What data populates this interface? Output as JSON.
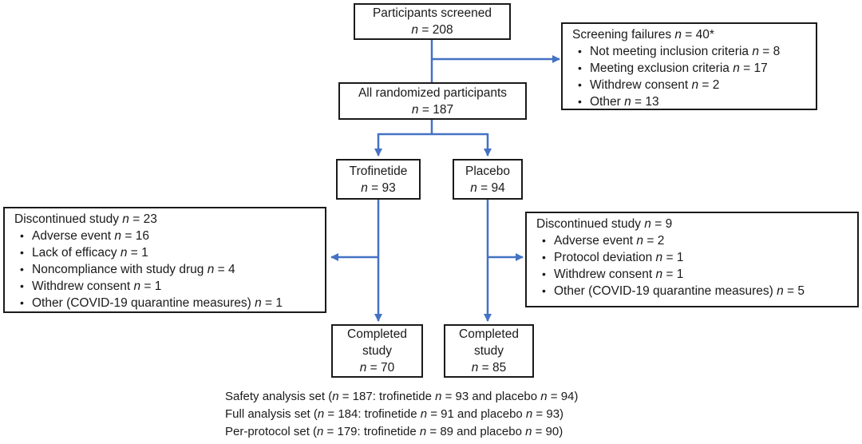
{
  "colors": {
    "arrow": "#4472c4",
    "ink": "#1a1a1a",
    "bg": "#ffffff"
  },
  "boxes": {
    "participants_screened": {
      "lines": [
        "Participants screened",
        "_n_ = 208"
      ]
    },
    "screening_failures": {
      "title": "Screening failures _n_ = 40*",
      "items": [
        "Not meeting inclusion criteria _n_ = 8",
        "Meeting exclusion criteria _n_ = 17",
        "Withdrew consent _n_ = 2",
        "Other _n_ = 13"
      ]
    },
    "all_randomized": {
      "lines": [
        "All randomized participants",
        "_n_ = 187"
      ]
    },
    "trofinetide": {
      "lines": [
        "Trofinetide",
        "_n_ = 93"
      ]
    },
    "placebo": {
      "lines": [
        "Placebo",
        "_n_ = 94"
      ]
    },
    "discontinued_trofinetide": {
      "title": "Discontinued study _n_ = 23",
      "items": [
        "Adverse event _n_ = 16",
        "Lack of efficacy _n_ = 1",
        "Noncompliance with study drug _n_ = 4",
        "Withdrew consent _n_ = 1",
        "Other (COVID-19 quarantine measures) _n_ = 1"
      ]
    },
    "discontinued_placebo": {
      "title": "Discontinued study _n_ = 9",
      "items": [
        "Adverse event _n_ = 2",
        "Protocol deviation _n_ = 1",
        "Withdrew consent _n_ = 1",
        "Other (COVID-19 quarantine measures) _n_ = 5"
      ]
    },
    "completed_trofinetide": {
      "lines": [
        "Completed",
        "study",
        "_n_ = 70"
      ]
    },
    "completed_placebo": {
      "lines": [
        "Completed",
        "study",
        "_n_ = 85"
      ]
    }
  },
  "footnotes": [
    "Safety analysis set (_n_ = 187: trofinetide _n_ = 93 and placebo _n_ = 94)",
    "Full analysis set (_n_ = 184: trofinetide _n_ = 91 and placebo _n_ = 93)",
    "Per-protocol set (_n_ = 179: trofinetide _n_ = 89 and placebo _n_ = 90)"
  ]
}
